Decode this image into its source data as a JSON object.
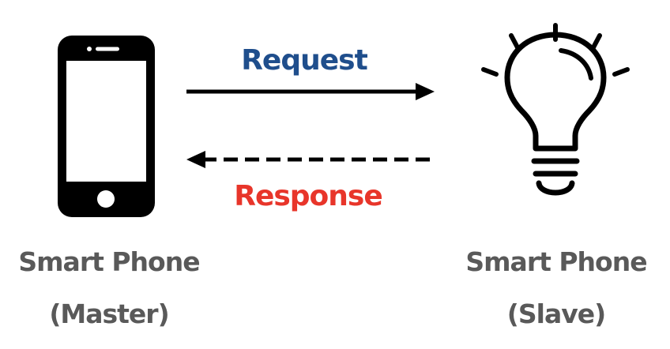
{
  "arrows": {
    "request_label": "Request",
    "response_label": "Response"
  },
  "master": {
    "name": "Smart Phone",
    "role": "(Master)",
    "icon": "smartphone-icon"
  },
  "slave": {
    "name": "Smart Phone",
    "role": "(Slave)",
    "icon": "light-bulb-icon"
  },
  "colors": {
    "request": "#1f4e8c",
    "response": "#e8352a",
    "device_label": "#595959",
    "icon": "#000000"
  }
}
